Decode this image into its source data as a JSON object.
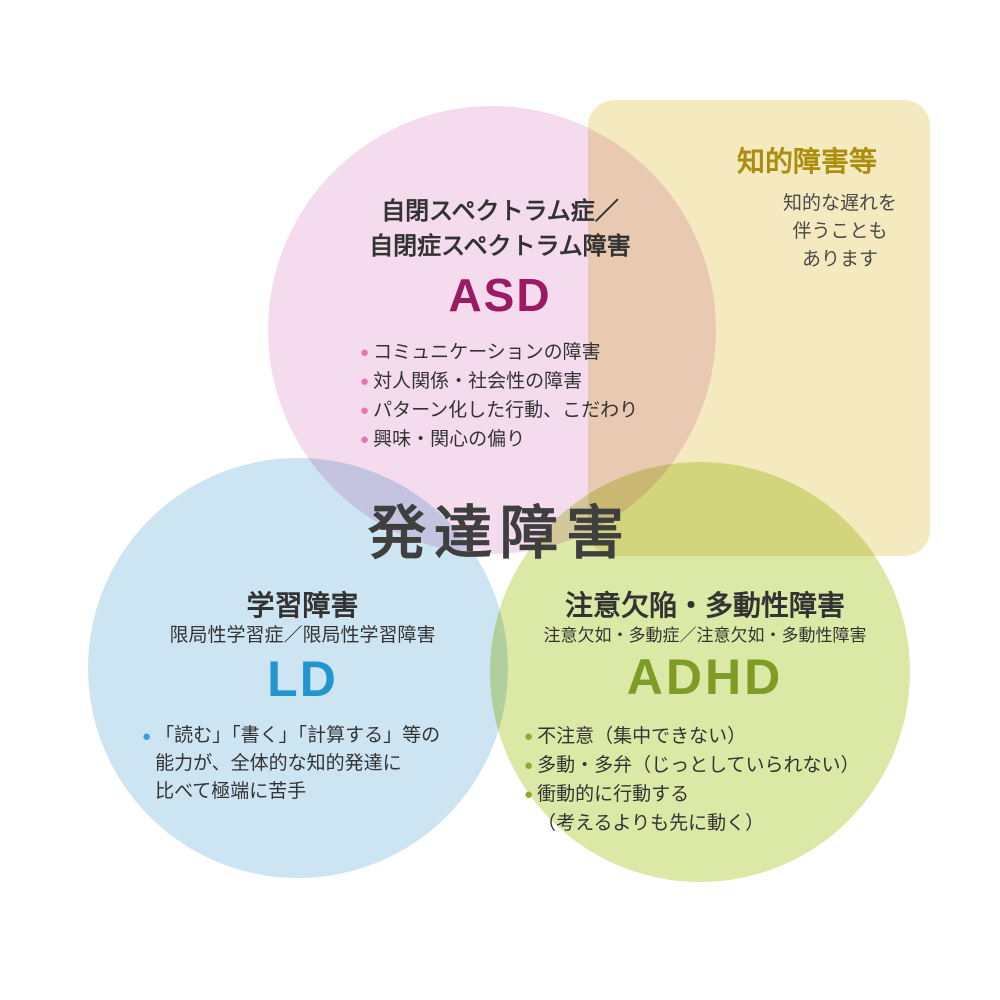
{
  "marker": "●",
  "center": {
    "title": "発達障害"
  },
  "asd": {
    "title_line1": "自閉スペクトラム症／",
    "title_line2": "自閉症スペクトラム障害",
    "abbr": "ASD",
    "bullets": [
      "コミュニケーションの障害",
      "対人関係・社会性の障害",
      "パターン化した行動、こだわり",
      "興味・関心の偏り"
    ]
  },
  "intellectual": {
    "title": "知的障害等",
    "note_lines": [
      "知的な遅れを",
      "伴うことも",
      "あります"
    ]
  },
  "ld": {
    "title": "学習障害",
    "subtitle": "限局性学習症／限局性学習障害",
    "abbr": "LD",
    "bullet_lines": [
      "「読む」「書く」「計算する」等の",
      "能力が、全体的な知的発達に",
      "比べて極端に苦手"
    ]
  },
  "adhd": {
    "title": "注意欠陥・多動性障害",
    "subtitle": "注意欠如・多動症／注意欠如・多動性障害",
    "abbr": "ADHD",
    "bullets": [
      "不注意（集中できない）",
      "多動・多弁（じっとしていられない）",
      "衝動的に行動する",
      "（考えるよりも先に動く）"
    ]
  },
  "colors": {
    "background": "#ffffff",
    "asd_circle": "#f4dbee",
    "asd_accent": "#9b1b63",
    "asd_bullet_dot": "#e972b4",
    "intellectual_panel": "#f5eabf",
    "intellectual_accent": "#ab8e0e",
    "ld_circle": "#cde4f2",
    "ld_accent": "#2196cc",
    "ld_bullet_dot": "#2aa7e0",
    "adhd_circle": "#dce8a6",
    "adhd_accent": "#7e9c26",
    "adhd_bullet_dot": "#8cab2a",
    "body_text": "#333333",
    "center_title_text": "#3f3f3f"
  }
}
